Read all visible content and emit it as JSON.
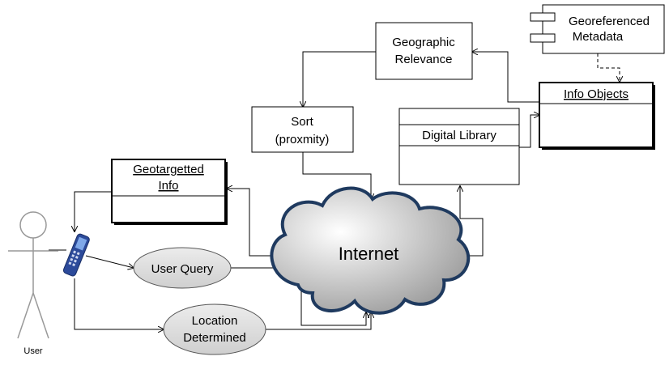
{
  "diagram": {
    "georeferenced_metadata": [
      "Georeferenced",
      "Metadata"
    ],
    "geographic_relevance": [
      "Geographic",
      "Relevance"
    ],
    "info_objects": "Info Objects",
    "sort": [
      "Sort",
      "(proxmity)"
    ],
    "digital_library": "Digital Library",
    "geotargetted_info": [
      "Geotargetted",
      "Info"
    ],
    "internet": "Internet",
    "user_query": "User Query",
    "location_determined": [
      "Location",
      "Determined"
    ],
    "user": "User"
  },
  "colors": {
    "cloud_stroke": "#1f3a5f",
    "cloud_fill_light": "#ffffff",
    "cloud_fill_dark": "#9a9a9a",
    "ellipse_fill": "#d9d9d9",
    "phone_body": "#2c4a9a",
    "phone_screen": "#7fa8e8"
  }
}
